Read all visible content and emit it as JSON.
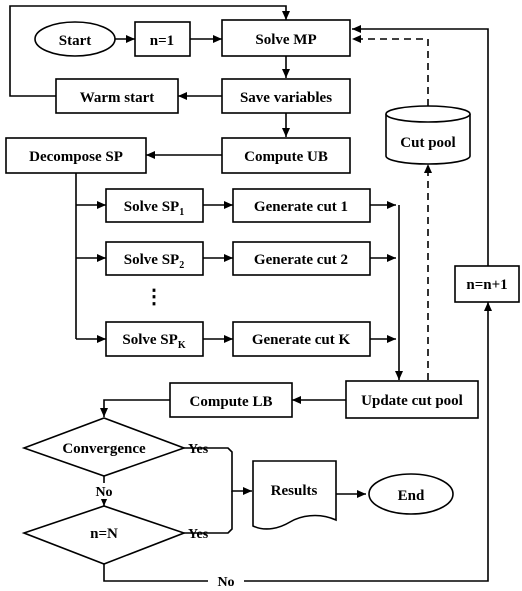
{
  "nodes": {
    "start": "Start",
    "n_init": "n=1",
    "solve_mp": "Solve MP",
    "warm_start": "Warm start",
    "save_vars": "Save variables",
    "decompose": "Decompose SP",
    "compute_ub": "Compute UB",
    "cut_pool": "Cut pool",
    "solve_sp1": {
      "text": "Solve SP",
      "sub": "1"
    },
    "solve_sp2": {
      "text": "Solve SP",
      "sub": "2"
    },
    "solve_spk": {
      "text": "Solve SP",
      "sub": "K"
    },
    "gen_cut1": "Generate cut 1",
    "gen_cut2": "Generate cut 2",
    "gen_cutk": "Generate cut K",
    "ellipsis": "⋮",
    "n_inc": "n=n+1",
    "compute_lb": "Compute LB",
    "update_pool": "Update cut pool",
    "convergence": "Convergence",
    "n_eq_N": "n=N",
    "results": "Results",
    "end": "End"
  },
  "edge_labels": {
    "yes1": "Yes",
    "yes2": "Yes",
    "no1": "No",
    "no2": "No"
  }
}
